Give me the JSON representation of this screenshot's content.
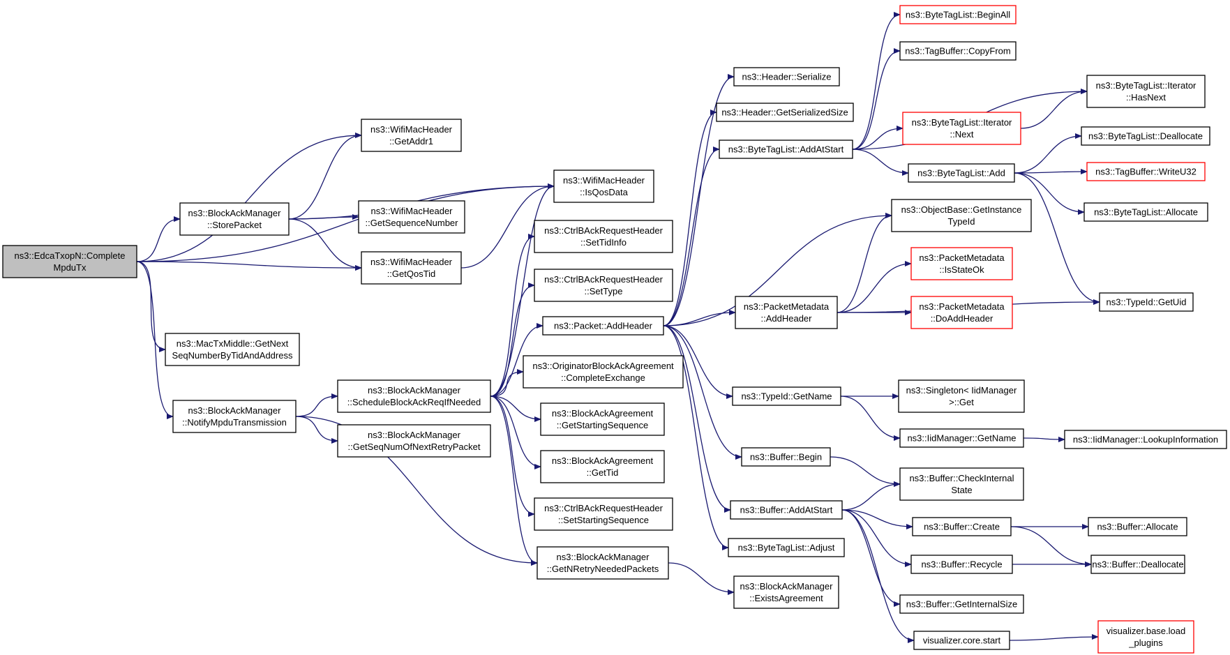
{
  "colors": {
    "edge": "#191970",
    "node_border": "#000000",
    "node_border_truncated": "#ff0000",
    "root_fill": "#bfbfbf",
    "node_fill": "#ffffff",
    "text": "#000000"
  },
  "nodes": [
    {
      "id": "n0",
      "lines": [
        "ns3::EdcaTxopN::Complete",
        "MpduTx"
      ],
      "style": "root"
    },
    {
      "id": "n1",
      "lines": [
        "ns3::BlockAckManager",
        "::StorePacket"
      ],
      "style": "normal"
    },
    {
      "id": "n2",
      "lines": [
        "ns3::MacTxMiddle::GetNext",
        "SeqNumberByTidAndAddress"
      ],
      "style": "normal"
    },
    {
      "id": "n3",
      "lines": [
        "ns3::BlockAckManager",
        "::NotifyMpduTransmission"
      ],
      "style": "normal"
    },
    {
      "id": "n4",
      "lines": [
        "ns3::WifiMacHeader",
        "::GetAddr1"
      ],
      "style": "normal"
    },
    {
      "id": "n5",
      "lines": [
        "ns3::WifiMacHeader",
        "::GetSequenceNumber"
      ],
      "style": "normal"
    },
    {
      "id": "n6",
      "lines": [
        "ns3::WifiMacHeader",
        "::GetQosTid"
      ],
      "style": "normal"
    },
    {
      "id": "n7",
      "lines": [
        "ns3::BlockAckManager",
        "::ScheduleBlockAckReqIfNeeded"
      ],
      "style": "normal"
    },
    {
      "id": "n8",
      "lines": [
        "ns3::BlockAckManager",
        "::GetSeqNumOfNextRetryPacket"
      ],
      "style": "normal"
    },
    {
      "id": "n9",
      "lines": [
        "ns3::WifiMacHeader",
        "::IsQosData"
      ],
      "style": "normal"
    },
    {
      "id": "n10",
      "lines": [
        "ns3::CtrlBAckRequestHeader",
        "::SetTidInfo"
      ],
      "style": "normal"
    },
    {
      "id": "n11",
      "lines": [
        "ns3::CtrlBAckRequestHeader",
        "::SetType"
      ],
      "style": "normal"
    },
    {
      "id": "n12",
      "lines": [
        "ns3::Packet::AddHeader"
      ],
      "style": "normal"
    },
    {
      "id": "n13",
      "lines": [
        "ns3::OriginatorBlockAckAgreement",
        "::CompleteExchange"
      ],
      "style": "normal"
    },
    {
      "id": "n14",
      "lines": [
        "ns3::BlockAckAgreement",
        "::GetStartingSequence"
      ],
      "style": "normal"
    },
    {
      "id": "n15",
      "lines": [
        "ns3::BlockAckAgreement",
        "::GetTid"
      ],
      "style": "normal"
    },
    {
      "id": "n16",
      "lines": [
        "ns3::CtrlBAckRequestHeader",
        "::SetStartingSequence"
      ],
      "style": "normal"
    },
    {
      "id": "n17",
      "lines": [
        "ns3::BlockAckManager",
        "::GetNRetryNeededPackets"
      ],
      "style": "normal"
    },
    {
      "id": "n18",
      "lines": [
        "ns3::Header::Serialize"
      ],
      "style": "normal"
    },
    {
      "id": "n19",
      "lines": [
        "ns3::Header::GetSerializedSize"
      ],
      "style": "normal"
    },
    {
      "id": "n20",
      "lines": [
        "ns3::ByteTagList::AddAtStart"
      ],
      "style": "normal"
    },
    {
      "id": "n21",
      "lines": [
        "ns3::PacketMetadata",
        "::AddHeader"
      ],
      "style": "normal"
    },
    {
      "id": "n22",
      "lines": [
        "ns3::TypeId::GetName"
      ],
      "style": "normal"
    },
    {
      "id": "n23",
      "lines": [
        "ns3::Buffer::Begin"
      ],
      "style": "normal"
    },
    {
      "id": "n24",
      "lines": [
        "ns3::Buffer::AddAtStart"
      ],
      "style": "normal"
    },
    {
      "id": "n25",
      "lines": [
        "ns3::ByteTagList::Adjust"
      ],
      "style": "normal"
    },
    {
      "id": "n26",
      "lines": [
        "ns3::BlockAckManager",
        "::ExistsAgreement"
      ],
      "style": "normal"
    },
    {
      "id": "n27",
      "lines": [
        "ns3::ByteTagList::BeginAll"
      ],
      "style": "truncated"
    },
    {
      "id": "n28",
      "lines": [
        "ns3::TagBuffer::CopyFrom"
      ],
      "style": "normal"
    },
    {
      "id": "n29",
      "lines": [
        "ns3::ByteTagList::Iterator",
        "::Next"
      ],
      "style": "truncated"
    },
    {
      "id": "n30",
      "lines": [
        "ns3::ByteTagList::Add"
      ],
      "style": "normal"
    },
    {
      "id": "n31",
      "lines": [
        "ns3::ObjectBase::GetInstance",
        "TypeId"
      ],
      "style": "normal"
    },
    {
      "id": "n32",
      "lines": [
        "ns3::PacketMetadata",
        "::IsStateOk"
      ],
      "style": "truncated"
    },
    {
      "id": "n33",
      "lines": [
        "ns3::PacketMetadata",
        "::DoAddHeader"
      ],
      "style": "truncated"
    },
    {
      "id": "n34",
      "lines": [
        "ns3::Singleton< IidManager",
        ">::Get"
      ],
      "style": "normal"
    },
    {
      "id": "n35",
      "lines": [
        "ns3::IidManager::GetName"
      ],
      "style": "normal"
    },
    {
      "id": "n36",
      "lines": [
        "ns3::Buffer::CheckInternal",
        "State"
      ],
      "style": "normal"
    },
    {
      "id": "n37",
      "lines": [
        "ns3::Buffer::Create"
      ],
      "style": "normal"
    },
    {
      "id": "n38",
      "lines": [
        "ns3::Buffer::Recycle"
      ],
      "style": "normal"
    },
    {
      "id": "n39",
      "lines": [
        "ns3::Buffer::GetInternalSize"
      ],
      "style": "normal"
    },
    {
      "id": "n40",
      "lines": [
        "visualizer.core.start"
      ],
      "style": "normal"
    },
    {
      "id": "n41",
      "lines": [
        "ns3::ByteTagList::Iterator",
        "::HasNext"
      ],
      "style": "normal"
    },
    {
      "id": "n42",
      "lines": [
        "ns3::ByteTagList::Deallocate"
      ],
      "style": "normal"
    },
    {
      "id": "n43",
      "lines": [
        "ns3::TagBuffer::WriteU32"
      ],
      "style": "truncated"
    },
    {
      "id": "n44",
      "lines": [
        "ns3::ByteTagList::Allocate"
      ],
      "style": "normal"
    },
    {
      "id": "n45",
      "lines": [
        "ns3::TypeId::GetUid"
      ],
      "style": "normal"
    },
    {
      "id": "n46",
      "lines": [
        "ns3::IidManager::LookupInformation"
      ],
      "style": "normal"
    },
    {
      "id": "n47",
      "lines": [
        "ns3::Buffer::Allocate"
      ],
      "style": "normal"
    },
    {
      "id": "n48",
      "lines": [
        "ns3::Buffer::Deallocate"
      ],
      "style": "normal"
    },
    {
      "id": "n49",
      "lines": [
        "visualizer.base.load",
        "_plugins"
      ],
      "style": "truncated"
    }
  ],
  "edges": [
    [
      "n0",
      "n4"
    ],
    [
      "n0",
      "n1"
    ],
    [
      "n0",
      "n6"
    ],
    [
      "n0",
      "n9"
    ],
    [
      "n0",
      "n2"
    ],
    [
      "n0",
      "n3"
    ],
    [
      "n1",
      "n4"
    ],
    [
      "n1",
      "n9"
    ],
    [
      "n1",
      "n5"
    ],
    [
      "n1",
      "n6"
    ],
    [
      "n3",
      "n7"
    ],
    [
      "n3",
      "n8"
    ],
    [
      "n3",
      "n17"
    ],
    [
      "n6",
      "n9"
    ],
    [
      "n7",
      "n9"
    ],
    [
      "n7",
      "n10"
    ],
    [
      "n7",
      "n11"
    ],
    [
      "n7",
      "n12"
    ],
    [
      "n7",
      "n13"
    ],
    [
      "n7",
      "n14"
    ],
    [
      "n7",
      "n15"
    ],
    [
      "n7",
      "n16"
    ],
    [
      "n7",
      "n17"
    ],
    [
      "n17",
      "n26"
    ],
    [
      "n12",
      "n18"
    ],
    [
      "n12",
      "n19"
    ],
    [
      "n12",
      "n20"
    ],
    [
      "n12",
      "n31"
    ],
    [
      "n12",
      "n21"
    ],
    [
      "n12",
      "n22"
    ],
    [
      "n12",
      "n23"
    ],
    [
      "n12",
      "n24"
    ],
    [
      "n12",
      "n25"
    ],
    [
      "n20",
      "n27"
    ],
    [
      "n20",
      "n28"
    ],
    [
      "n20",
      "n41"
    ],
    [
      "n20",
      "n29"
    ],
    [
      "n20",
      "n30"
    ],
    [
      "n29",
      "n41"
    ],
    [
      "n30",
      "n42"
    ],
    [
      "n30",
      "n43"
    ],
    [
      "n30",
      "n44"
    ],
    [
      "n30",
      "n45"
    ],
    [
      "n21",
      "n31"
    ],
    [
      "n21",
      "n32"
    ],
    [
      "n21",
      "n33"
    ],
    [
      "n21",
      "n45"
    ],
    [
      "n22",
      "n34"
    ],
    [
      "n22",
      "n35"
    ],
    [
      "n35",
      "n46"
    ],
    [
      "n23",
      "n36"
    ],
    [
      "n24",
      "n36"
    ],
    [
      "n24",
      "n37"
    ],
    [
      "n24",
      "n38"
    ],
    [
      "n24",
      "n39"
    ],
    [
      "n24",
      "n40"
    ],
    [
      "n37",
      "n47"
    ],
    [
      "n37",
      "n48"
    ],
    [
      "n38",
      "n48"
    ],
    [
      "n40",
      "n49"
    ]
  ]
}
